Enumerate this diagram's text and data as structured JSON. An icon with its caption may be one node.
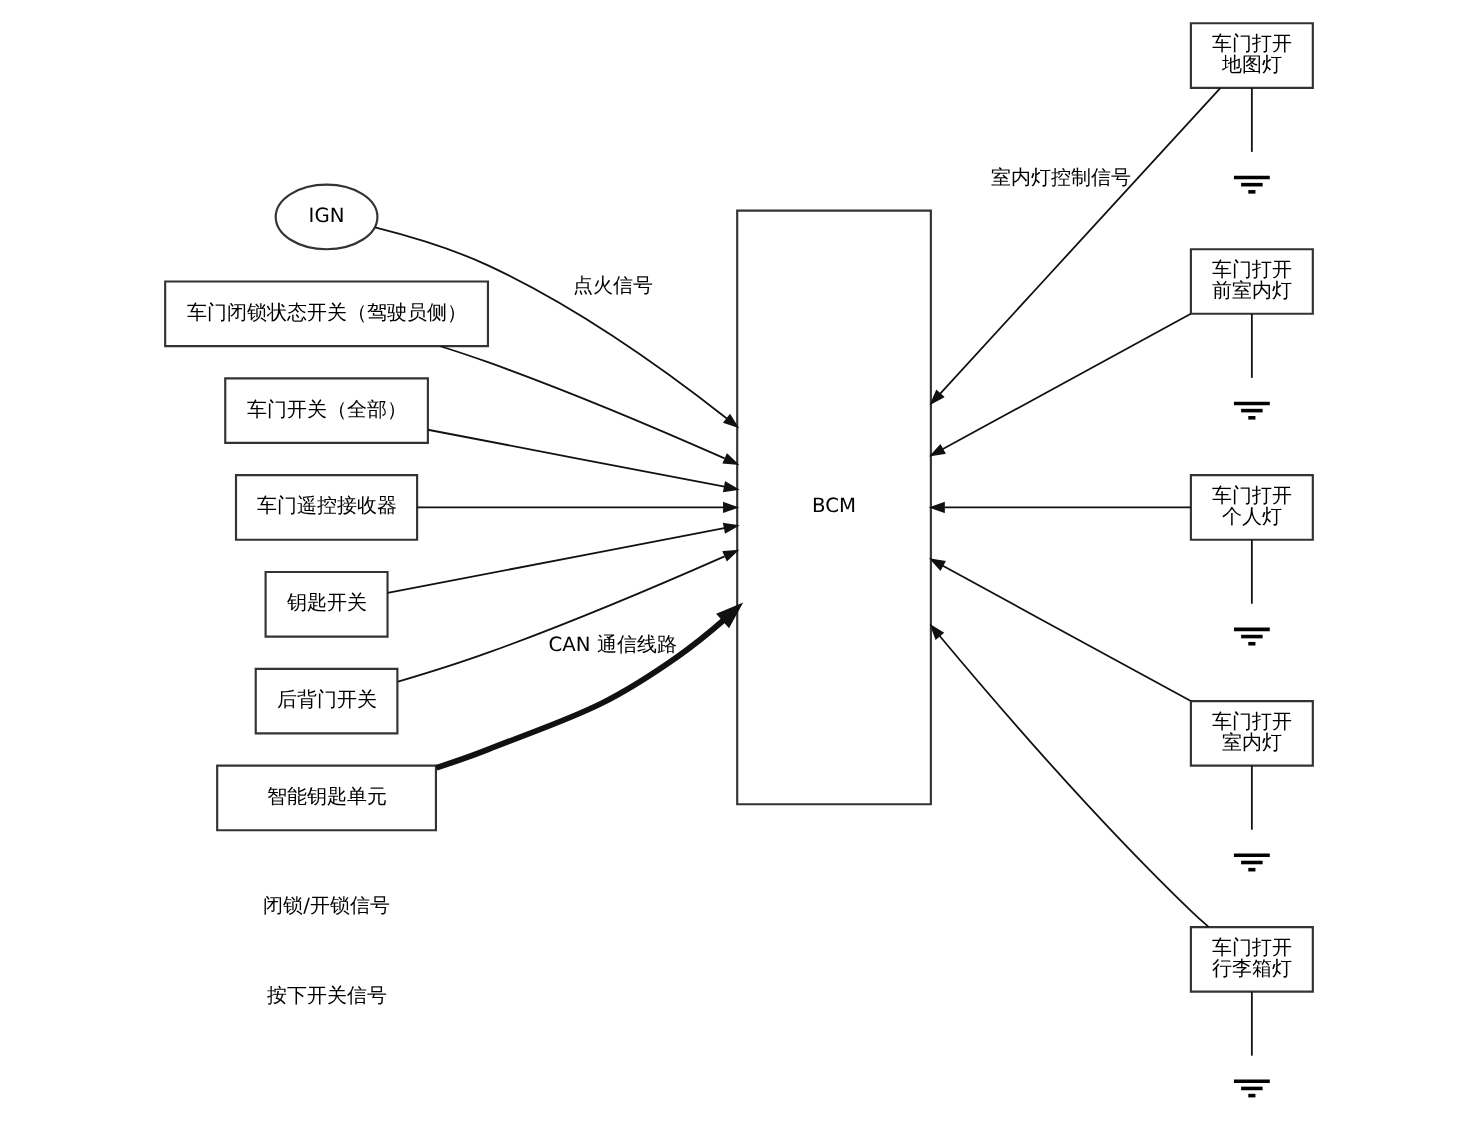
{
  "diagram": {
    "nodes": [
      {
        "text": [
          "IGN"
        ]
      },
      {
        "text": [
          "车门闭锁状态开关（驾驶员侧）"
        ]
      },
      {
        "text": [
          "车门开关（全部）"
        ]
      },
      {
        "text": [
          "车门遥控接收器"
        ]
      },
      {
        "text": [
          "钥匙开关"
        ]
      },
      {
        "text": [
          "后背门开关"
        ]
      },
      {
        "text": [
          "智能钥匙单元"
        ]
      },
      {
        "text": [
          "BCM"
        ]
      },
      {
        "text": [
          "车门打开",
          "地图灯"
        ]
      },
      {
        "text": [
          "车门打开",
          "前室内灯"
        ]
      },
      {
        "text": [
          "车门打开",
          "个人灯"
        ]
      },
      {
        "text": [
          "车门打开",
          "室内灯"
        ]
      },
      {
        "text": [
          "车门打开",
          "行李箱灯"
        ]
      },
      {
        "text": [],
        "shape": "ground"
      },
      {
        "text": [],
        "shape": "ground"
      },
      {
        "text": [],
        "shape": "ground"
      },
      {
        "text": [],
        "shape": "ground"
      },
      {
        "text": [],
        "shape": "ground"
      }
    ],
    "edges": [
      {
        "from": 0,
        "to": 7,
        "arrow": "to",
        "label": "点火信号"
      },
      {
        "from": 1,
        "to": 7,
        "arrow": "to"
      },
      {
        "from": 2,
        "to": 7,
        "arrow": "to"
      },
      {
        "from": 3,
        "to": 7,
        "arrow": "to"
      },
      {
        "from": 4,
        "to": 7,
        "arrow": "to"
      },
      {
        "from": 5,
        "to": 7,
        "arrow": "to"
      },
      {
        "from": 6,
        "to": 7,
        "arrow": "to",
        "label": "CAN 通信线路",
        "style": "thick"
      },
      {
        "from": 8,
        "to": 7,
        "arrow": "to",
        "label": "室内灯控制信号"
      },
      {
        "from": 9,
        "to": 7,
        "arrow": "to"
      },
      {
        "from": 10,
        "to": 7,
        "arrow": "to"
      },
      {
        "from": 11,
        "to": 7,
        "arrow": "to"
      },
      {
        "from": 12,
        "to": 7,
        "arrow": "to"
      },
      {
        "from": 8,
        "to": 13,
        "arrow": "none"
      },
      {
        "from": 9,
        "to": 14,
        "arrow": "none"
      },
      {
        "from": 10,
        "to": 15,
        "arrow": "none"
      },
      {
        "from": 11,
        "to": 16,
        "arrow": "none"
      },
      {
        "from": 12,
        "to": 17,
        "arrow": "none"
      }
    ],
    "labels": [
      "闭锁/开锁信号",
      "按下开关信号"
    ]
  }
}
